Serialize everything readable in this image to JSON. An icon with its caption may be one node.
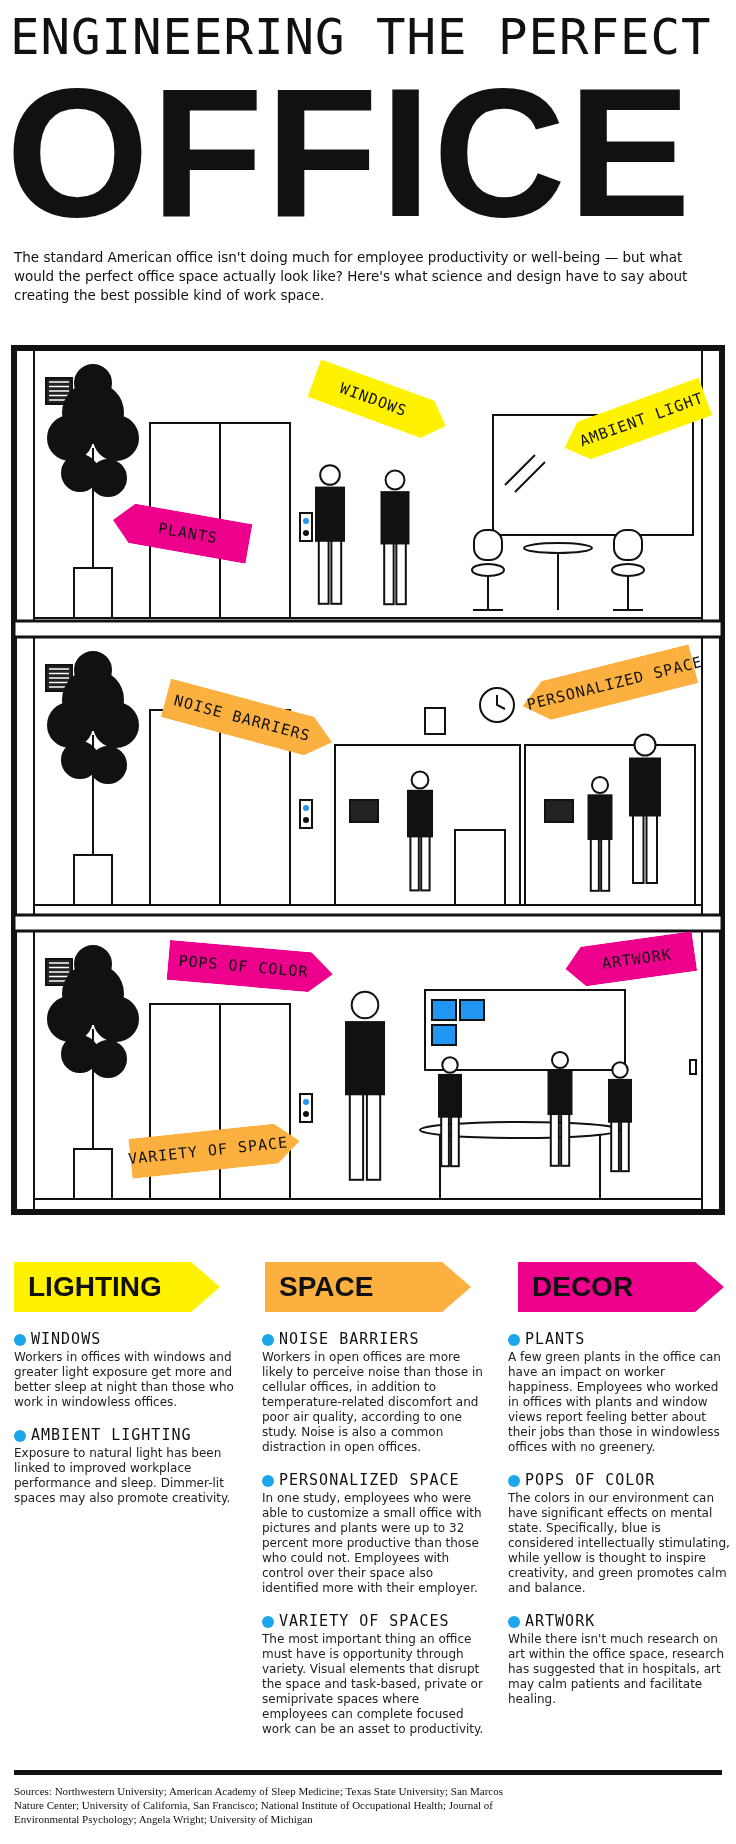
{
  "diagram": {
    "title": "ENGINEERING THE PERFECT",
    "nodes": [
      {
        "text": [
          "WINDOWS"
        ]
      },
      {
        "text": [
          "AMBIENT LIGHT"
        ]
      },
      {
        "text": [
          "PLANTS"
        ]
      },
      {
        "text": [
          "NOISE BARRIERS"
        ]
      },
      {
        "text": [
          "PERSONALIZED SPACE"
        ]
      },
      {
        "text": [
          "POPS OF COLOR"
        ]
      },
      {
        "text": [
          "ARTWORK"
        ]
      },
      {
        "text": [
          "VARIETY OF SPACE"
        ]
      },
      {
        "text": [
          "LIGHTING"
        ]
      },
      {
        "text": [
          "SPACE"
        ]
      },
      {
        "text": [
          "DECOR"
        ]
      }
    ],
    "edges": [],
    "labels": [
      "OFFICE",
      "The standard American office isn't doing much for employee productivity or well-being — but what would the perfect office space actually look like? Here's what science and design have to say about creating the best possible kind of work space.",
      "WINDOWS",
      "Workers in offices with windows and greater light exposure get more and better sleep at night than those who work in windowless offices.",
      "AMBIENT LIGHTING",
      "Exposure to natural light has been linked to improved workplace performance and sleep. Dimmer-lit spaces may also promote creativity.",
      "NOISE BARRIERS",
      "Workers in open offices are more likely to perceive noise than those in cellular offices, in addition to temperature-related discomfort and poor air quality, according to one study. Noise is also a common distraction in open offices.",
      "PERSONALIZED SPACE",
      "In one study, employees who were able to customize a small office with pictures and plants were up to 32 percent more productive than those who could not. Employees with control over their space also identified more with their employer.",
      "VARIETY OF SPACES",
      "The most important thing an office must have is opportunity through variety. Visual elements that disrupt the space and task-based, private or semiprivate spaces where employees can complete focused work can be an asset to productivity.",
      "PLANTS",
      "A few green plants in the office can have an impact on worker happiness. Employees who worked in offices with plants and window views report feeling better about their jobs than those in windowless offices with no greenery.",
      "POPS OF COLOR",
      "The colors in our environment can have significant effects on mental state. Specifically, blue is considered intellectually stimulating, while yellow is thought to inspire creativity, and green promotes calm and balance.",
      "ARTWORK",
      "While there isn't much research on art within the office space, research has suggested that in hospitals, art may calm patients and facilitate healing.",
      "Sources: Northwestern University; American Academy of Sleep Medicine; Texas State University; San Marcos Nature Center; University of California, San Francisco; National Institute of Occupational Health; Journal of Environmental Psychology; Angela Wright; University of Michigan"
    ]
  }
}
